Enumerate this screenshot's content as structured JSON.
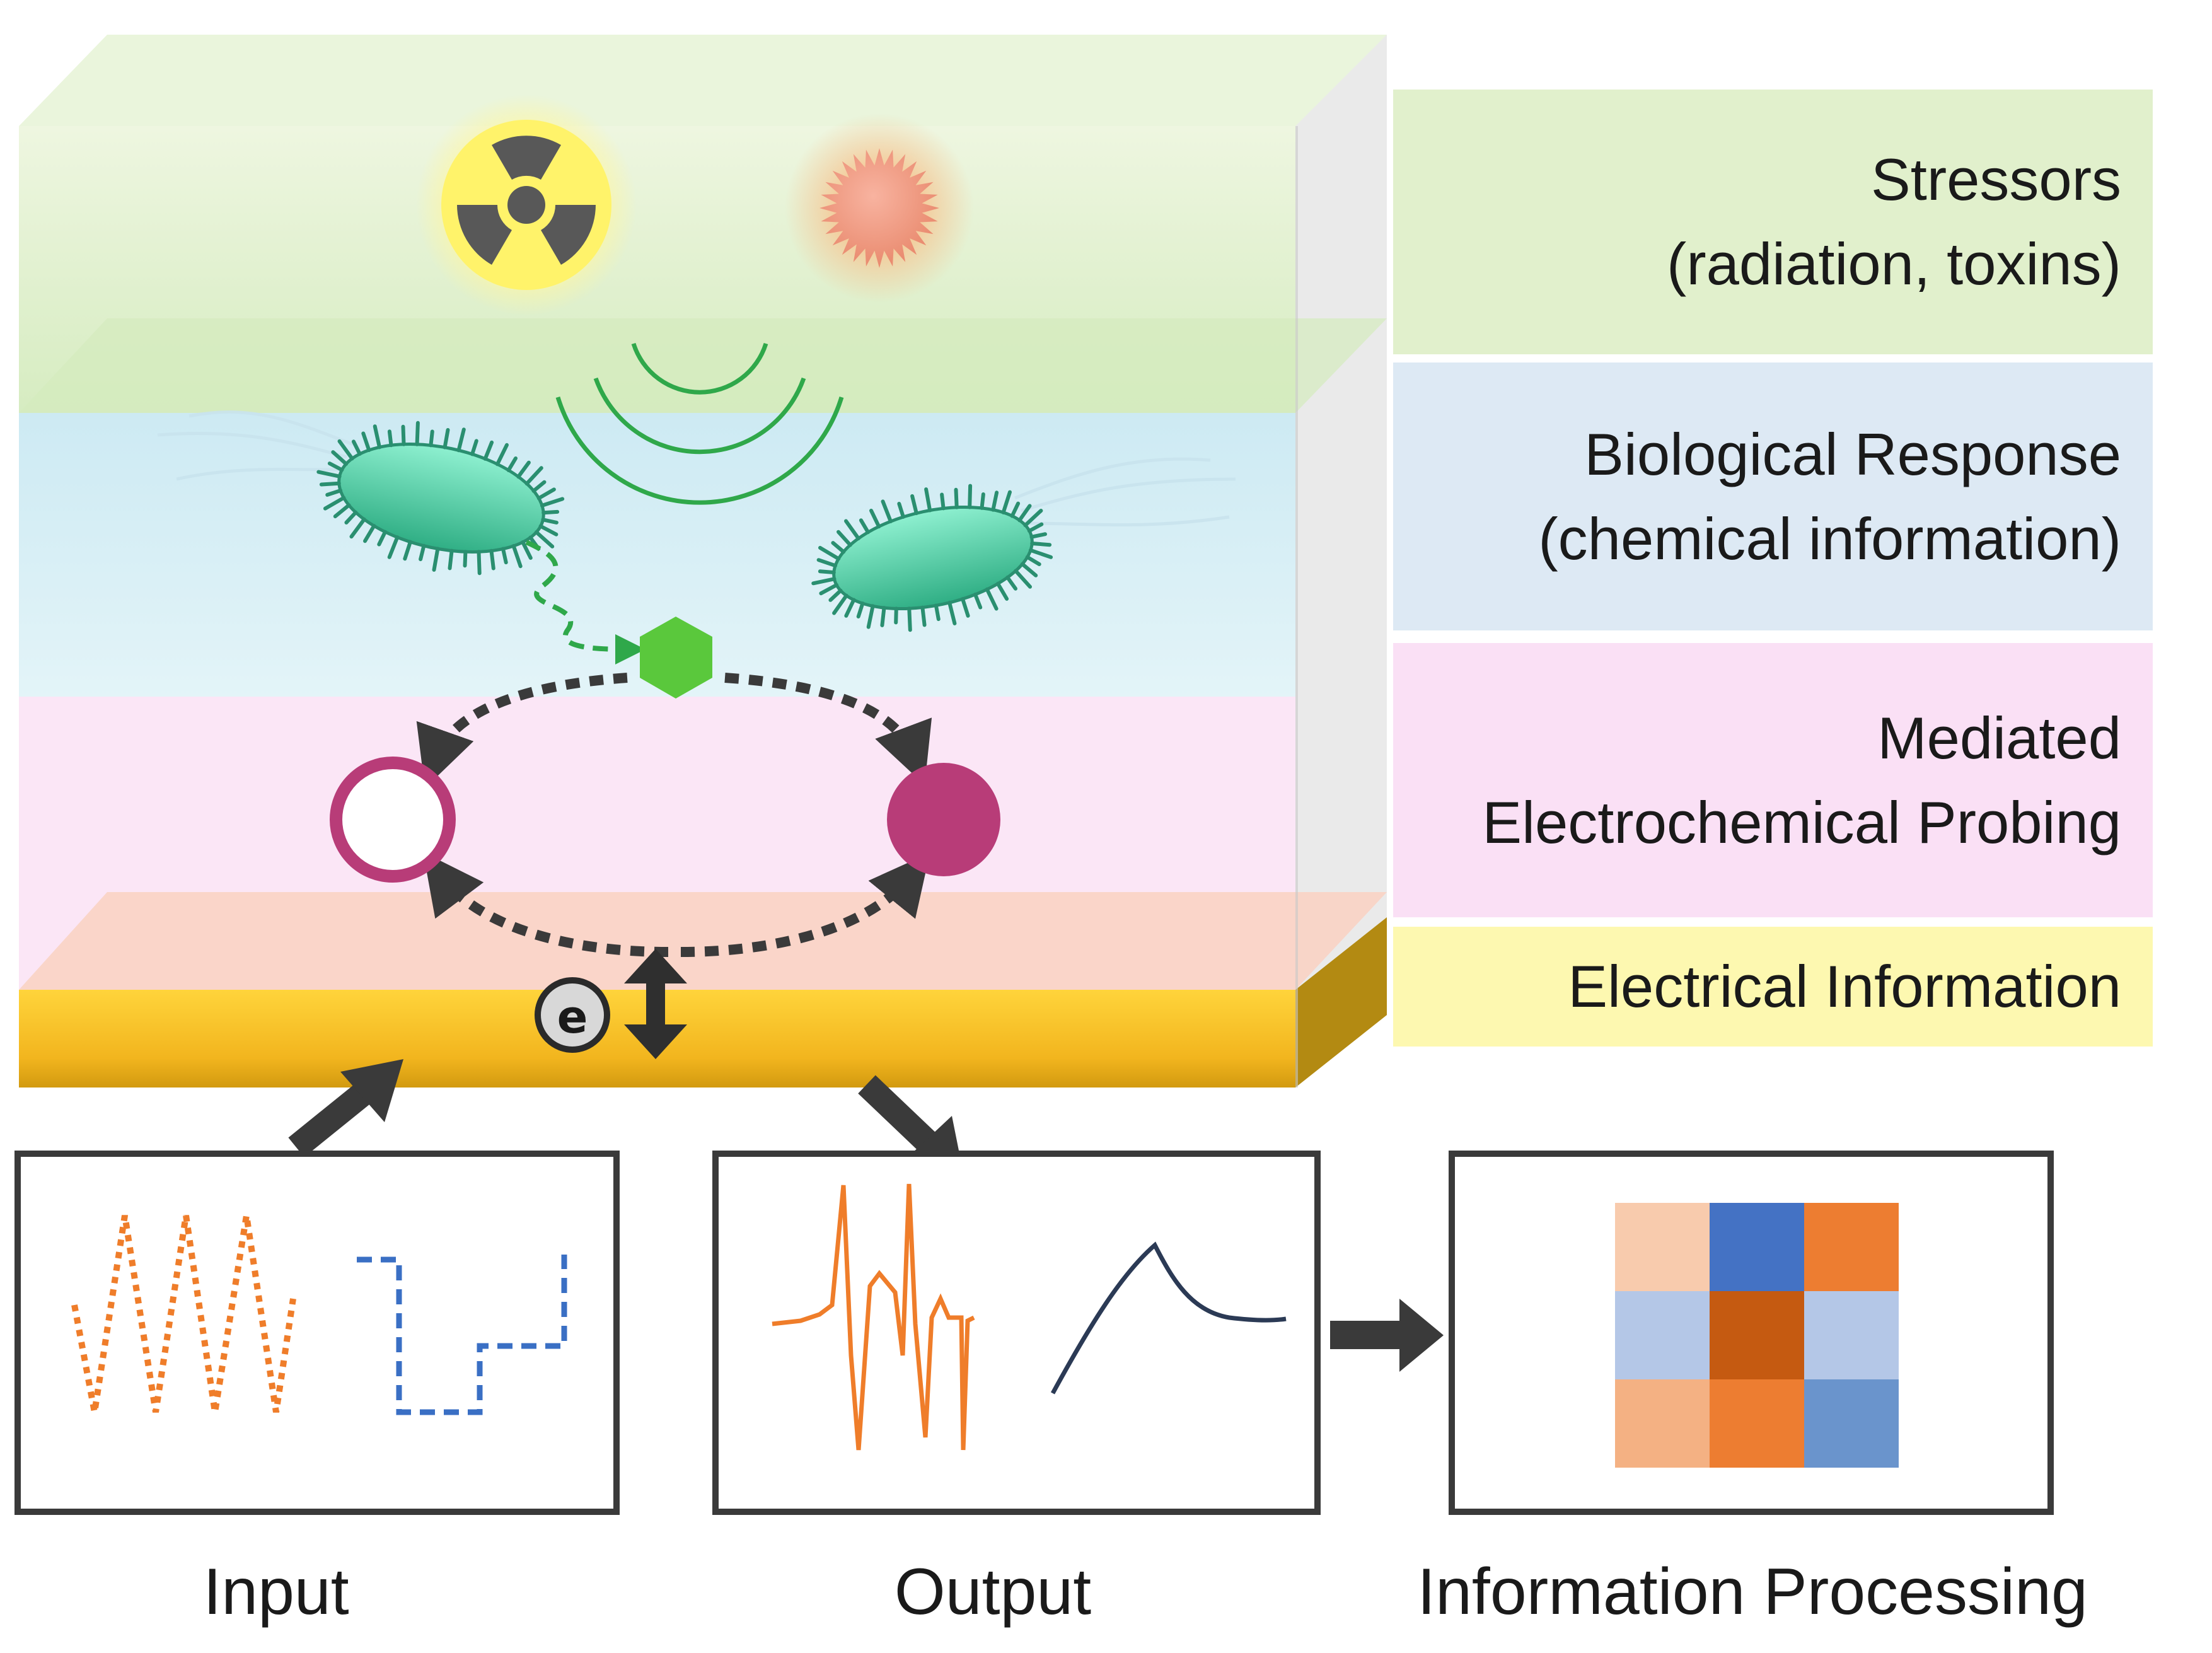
{
  "layers": {
    "stressors": {
      "line1": "Stressors",
      "line2": "(radiation, toxins)",
      "color": "#e1f0cc"
    },
    "biological": {
      "line1": "Biological Response",
      "line2": "(chemical information)",
      "color": "#dde9f4"
    },
    "mediated": {
      "line1": "Mediated",
      "line2": "Electrochemical Probing",
      "color": "#fae0f5"
    },
    "electrical": {
      "line1": "Electrical Information",
      "color": "#fdf8b0"
    }
  },
  "electron_symbol": "e",
  "captions": {
    "input": "Input",
    "output": "Output",
    "processing": "Information Processing"
  },
  "colors": {
    "electrode": "#f5c02e",
    "redox_mediator": "#b83c78",
    "signal_molecule": "#5ac83c",
    "bacteria": "#46c8a0",
    "cv_trace": "#ef7d2a",
    "step_trace": "#3a6fc4",
    "chrono_trace": "#2b3a55"
  },
  "heatmap": {
    "cells": [
      [
        "#f8cbad",
        "#4472c4",
        "#ed7d31"
      ],
      [
        "#b4c7e7",
        "#c55a11",
        "#b4c7e7"
      ],
      [
        "#f4b183",
        "#ed7d31",
        "#6a94cc"
      ]
    ]
  }
}
